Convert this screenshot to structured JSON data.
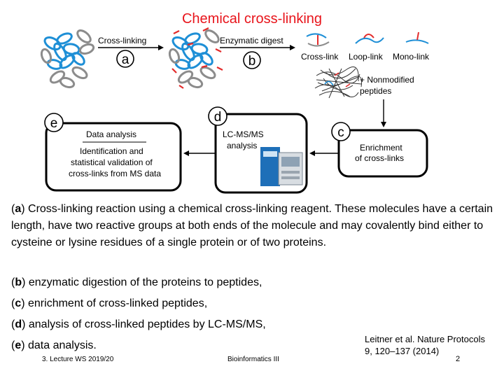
{
  "slide": {
    "title": "Chemical cross-linking",
    "figure": {
      "label_a": "a",
      "label_b": "b",
      "label_c": "c",
      "label_d": "d",
      "label_e": "e",
      "step_crosslinking": "Cross-linking",
      "step_digest": "Enzymatic digest",
      "product_crosslink": "Cross-link",
      "product_looplink": "Loop-link",
      "product_monolink": "Mono-link",
      "nonmodified_line1": "+ Nonmodified",
      "nonmodified_line2": "peptides",
      "enrichment_line1": "Enrichment",
      "enrichment_line2": "of cross-links",
      "lcms_line1": "LC-MS/MS",
      "lcms_line2": "analysis",
      "data_analysis_heading": "Data analysis",
      "data_analysis_line1": "Identification and",
      "data_analysis_line2": "statistical validation of",
      "data_analysis_line3": "cross-links from MS data"
    },
    "captions": {
      "a_label": "a",
      "a_text": " Cross-linking reaction using a chemical cross-linking reagent. These molecules have a certain length, have two reactive groups at both ends of the molecule and may covalently bind either to cysteine or lysine residues of a single protein or of two proteins.",
      "b_label": "b",
      "b_text": " enzymatic digestion of the proteins to peptides,",
      "c_label": "c",
      "c_text": " enrichment of cross-linked peptides,",
      "d_label": "d",
      "d_text": " analysis of cross-linked peptides by LC-MS/MS,",
      "e_label": "e",
      "e_text": " data analysis."
    },
    "citation": {
      "line1": "Leitner et al. Nature Protocols",
      "line2": "9, 120–137 (2014)"
    },
    "footer": {
      "left": "3. Lecture WS 2019/20",
      "center": "Bioinformatics III",
      "page": "2"
    },
    "colors": {
      "title": "#e8141b",
      "protein_blue": "#1e8fd6",
      "protein_gray": "#8c8c8c",
      "crosslinker_red": "#e32b2b"
    }
  }
}
